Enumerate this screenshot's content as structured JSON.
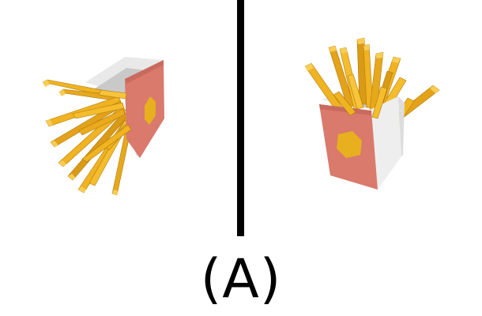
{
  "figure": {
    "caption": "(A)",
    "panels": [
      {
        "id": "left",
        "subject": "fries-carton-icon",
        "view": "tipped-sideways"
      },
      {
        "id": "right",
        "subject": "fries-carton-icon",
        "view": "upright"
      }
    ],
    "colors": {
      "carton_face": "#d97a6c",
      "carton_side": "#eeeeee",
      "carton_top": "#f4f4f4",
      "emblem": "#e8b01e",
      "fry_light": "#f0b321",
      "fry_dark": "#c98d12",
      "divider": "#000000"
    }
  }
}
